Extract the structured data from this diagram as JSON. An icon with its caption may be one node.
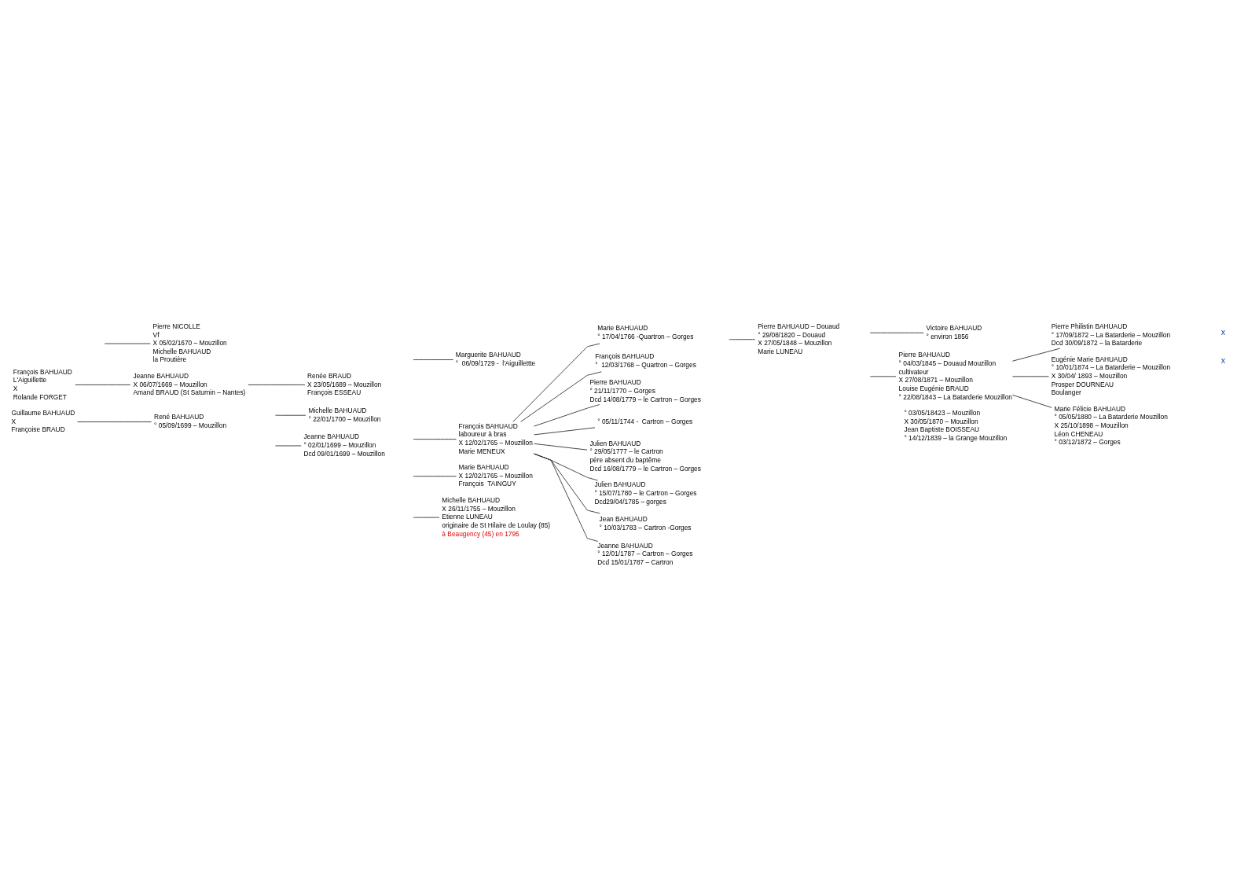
{
  "diagram": {
    "nodes": [
      {
        "text": [
          "° 03/05/18423 – Mouzillon",
          "X 30/05/1870 – Mouzillon",
          "Jean Baptiste BOISSEAU",
          "° 14/12/1839 – la Grange Mouzillon"
        ]
      },
      {
        "text": [
          "Pierre Philistin BAHUAUD",
          "° 17/09/1872 – La Batarderie – Mouzillon",
          "Dcd 30/09/1872 – la Batarderie"
        ]
      },
      {
        "text": [
          "Michelle BAHUAUD",
          "X 26/11/1755 – Mouzillon",
          "Etienne LUNEAU",
          "originaire de St Hilaire de Loulay (85)",
          "à Beaugency (45) en 1795"
        ]
      },
      {
        "text": [
          "Pierre BAHUAUD",
          "° 04/03/1845 – Douaud Mouzillon",
          "cultivateur",
          "X 27/08/1871 – Mouzillon",
          "Louise Eugénie BRAUD",
          "° 22/08/1843 – La Batarderie Mouzillon"
        ]
      },
      {
        "text": [
          "Eugénie Marie BAHUAUD",
          "° 10/01/1874 – La Batarderie – Mouzillon",
          "X 30/04/ 1893 – Mouzillon",
          "Prosper DOURNEAU",
          "Boulanger"
        ]
      },
      {
        "text": [
          "Marie Félicie BAHUAUD",
          "° 05/05/1880 – La Batarderie Mouzillon",
          "X 25/10/1898 – Mouzillon",
          "Léon CHENEAU",
          "° 03/12/1872 – Gorges"
        ]
      },
      {
        "text": [
          "Victoire BAHUAUD",
          "° environ 1856"
        ]
      },
      {
        "text": [
          "Marie BAHUAUD",
          "X 12/02/1765 – Mouzillon",
          "François  TAINGUY"
        ]
      },
      {
        "text": [
          "Pierre BAHUAUD – Douaud",
          "° 29/08/1820 – Douaud",
          "X 27/05/1848 – Mouzillon",
          "Marie LUNEAU"
        ]
      },
      {
        "text": [
          "François BAHUAUD",
          "laboureur à bras",
          "X 12/02/1765 – Mouzillon",
          "Marie MENEUX"
        ]
      },
      {
        "text": [
          "Marie BAHUAUD",
          "° 17/04/1766 -Quartron – Gorges"
        ]
      },
      {
        "text": [
          "François BAHUAUD",
          "°  12/03/1768 – Quartron – Gorges"
        ]
      },
      {
        "text": [
          "Pierre BAHUAUD",
          "° 21/11/1770 – Gorges",
          "Dcd 14/08/1779 – le Cartron – Gorges"
        ]
      },
      {
        "text": [
          "° 05/11/1744 -  Cartron – Gorges"
        ]
      },
      {
        "text": [
          "Julien BAHUAUD",
          "° 29/05/1777 – le Cartron",
          "père absent du baptême",
          "Dcd 16/08/1779 – le Cartron – Gorges"
        ]
      },
      {
        "text": [
          "Julien BAHUAUD",
          "° 15/07/1780 – le Cartron – Gorges",
          "Dcd29/04/1785 – gorges"
        ]
      },
      {
        "text": [
          "Jean BAHUAUD",
          "° 10/03/1783 – Cartron -Gorges"
        ]
      },
      {
        "text": [
          "Jeanne BAHUAUD",
          "° 12/01/1787 – Cartron – Gorges",
          "Dcd 15/01/1787 – Cartron"
        ]
      },
      {
        "text": [
          "Marguerite BAHUAUD",
          "°  06/09/1729 -  l'Aiguillettte"
        ]
      },
      {
        "text": [
          "Jeanne BAHUAUD",
          "° 02/01/1699 – Mouzillon",
          "Dcd 09/01/1699 – Mouzillon"
        ]
      },
      {
        "text": [
          "Michelle BAHUAUD",
          "° 22/01/1700 – Mouzillon"
        ]
      },
      {
        "text": [
          "Guillaume BAHUAUD",
          "X",
          "Françoise BRAUD"
        ]
      },
      {
        "text": [
          "René BAHUAUD",
          "° 05/09/1699 – Mouzillon"
        ]
      },
      {
        "text": [
          "François BAHUAUD",
          "L'Aiguillette",
          "X",
          "Rolande FORGET"
        ]
      },
      {
        "text": [
          "Jeanne BAHUAUD",
          "X 06/07/1669 – Mouzillon",
          "Amand BRAUD (St Saturnin – Nantes)"
        ]
      },
      {
        "text": [
          "Renée BRAUD",
          "X 23/05/1689 – Mouzillon",
          "François ESSEAU"
        ]
      },
      {
        "text": [
          "Pierre NICOLLE",
          "Vf",
          "X 05/02/1670 – Mouzillon",
          "Michelle BAHUAUD",
          "la Proutière"
        ]
      }
    ],
    "edges": [
      {
        "from": null,
        "to": 2,
        "arrow": "none"
      },
      {
        "from": null,
        "to": 7,
        "arrow": "none"
      },
      {
        "from": null,
        "to": 9,
        "arrow": "none"
      },
      {
        "from": null,
        "to": 18,
        "arrow": "none"
      },
      {
        "from": null,
        "to": 8,
        "arrow": "none"
      },
      {
        "from": null,
        "to": 3,
        "arrow": "none"
      },
      {
        "from": null,
        "to": 6,
        "arrow": "none"
      },
      {
        "from": 3,
        "to": 1,
        "arrow": "none"
      },
      {
        "from": 3,
        "to": 4,
        "arrow": "none"
      },
      {
        "from": 3,
        "to": 5,
        "arrow": "none"
      },
      {
        "from": 9,
        "to": 10,
        "arrow": "none"
      },
      {
        "from": 9,
        "to": 11,
        "arrow": "none"
      },
      {
        "from": 9,
        "to": 12,
        "arrow": "none"
      },
      {
        "from": 9,
        "to": 13,
        "arrow": "none"
      },
      {
        "from": 9,
        "to": 14,
        "arrow": "none"
      },
      {
        "from": 9,
        "to": 15,
        "arrow": "none"
      },
      {
        "from": 9,
        "to": 16,
        "arrow": "none"
      },
      {
        "from": 9,
        "to": 17,
        "arrow": "none"
      },
      {
        "from": null,
        "to": 19,
        "arrow": "none"
      },
      {
        "from": null,
        "to": 20,
        "arrow": "none"
      },
      {
        "from": 21,
        "to": 22,
        "arrow": "none"
      },
      {
        "from": 23,
        "to": 24,
        "arrow": "none"
      },
      {
        "from": 24,
        "to": 25,
        "arrow": "none"
      },
      {
        "from": null,
        "to": 26,
        "arrow": "none"
      }
    ],
    "labels": [
      "x",
      "x"
    ]
  }
}
